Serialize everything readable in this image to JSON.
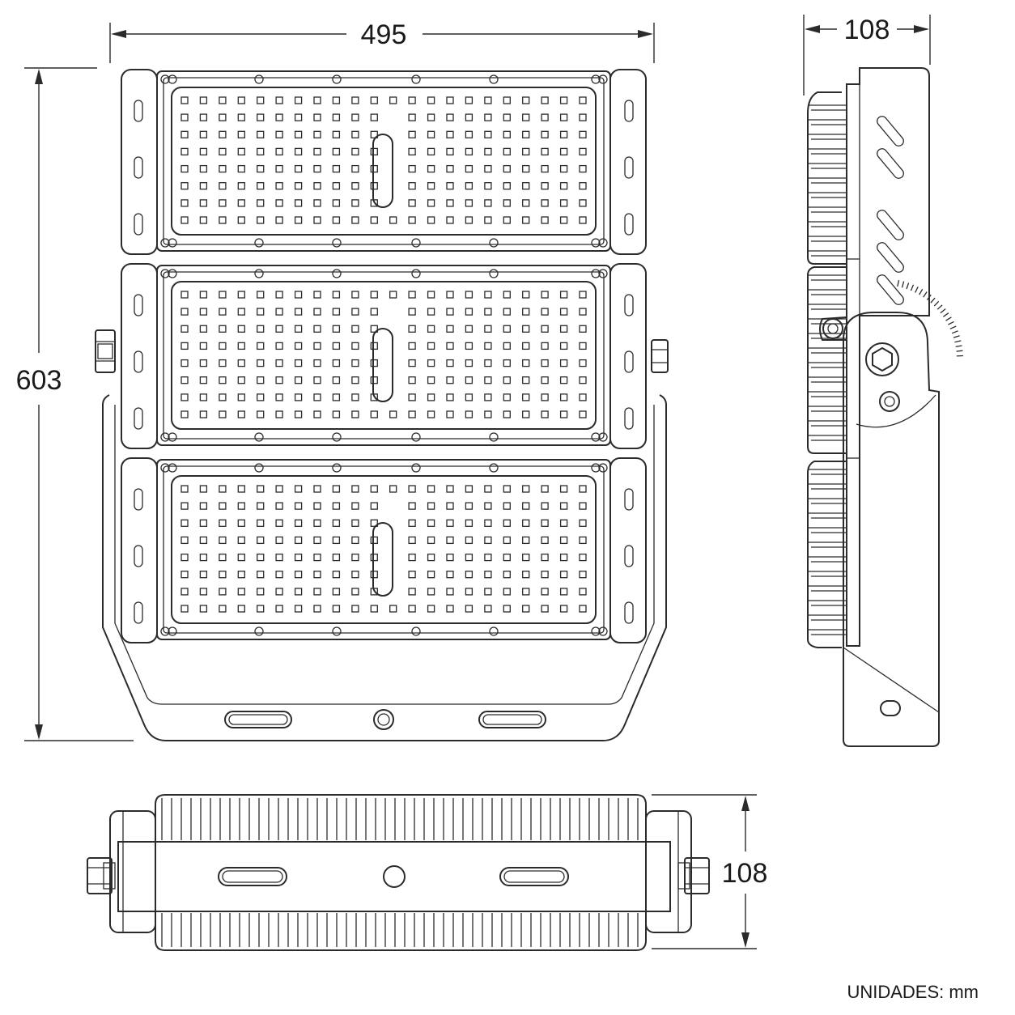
{
  "dimensions": {
    "front_width": "495",
    "front_height": "603",
    "side_depth": "108",
    "bottom_depth": "108"
  },
  "units_note": "UNIDADES: mm",
  "front_view": {
    "module_count": 3
  },
  "icons": [
    "bolt-nut-icon",
    "screw-icon",
    "led-chip-icon",
    "mounting-slot-icon"
  ]
}
